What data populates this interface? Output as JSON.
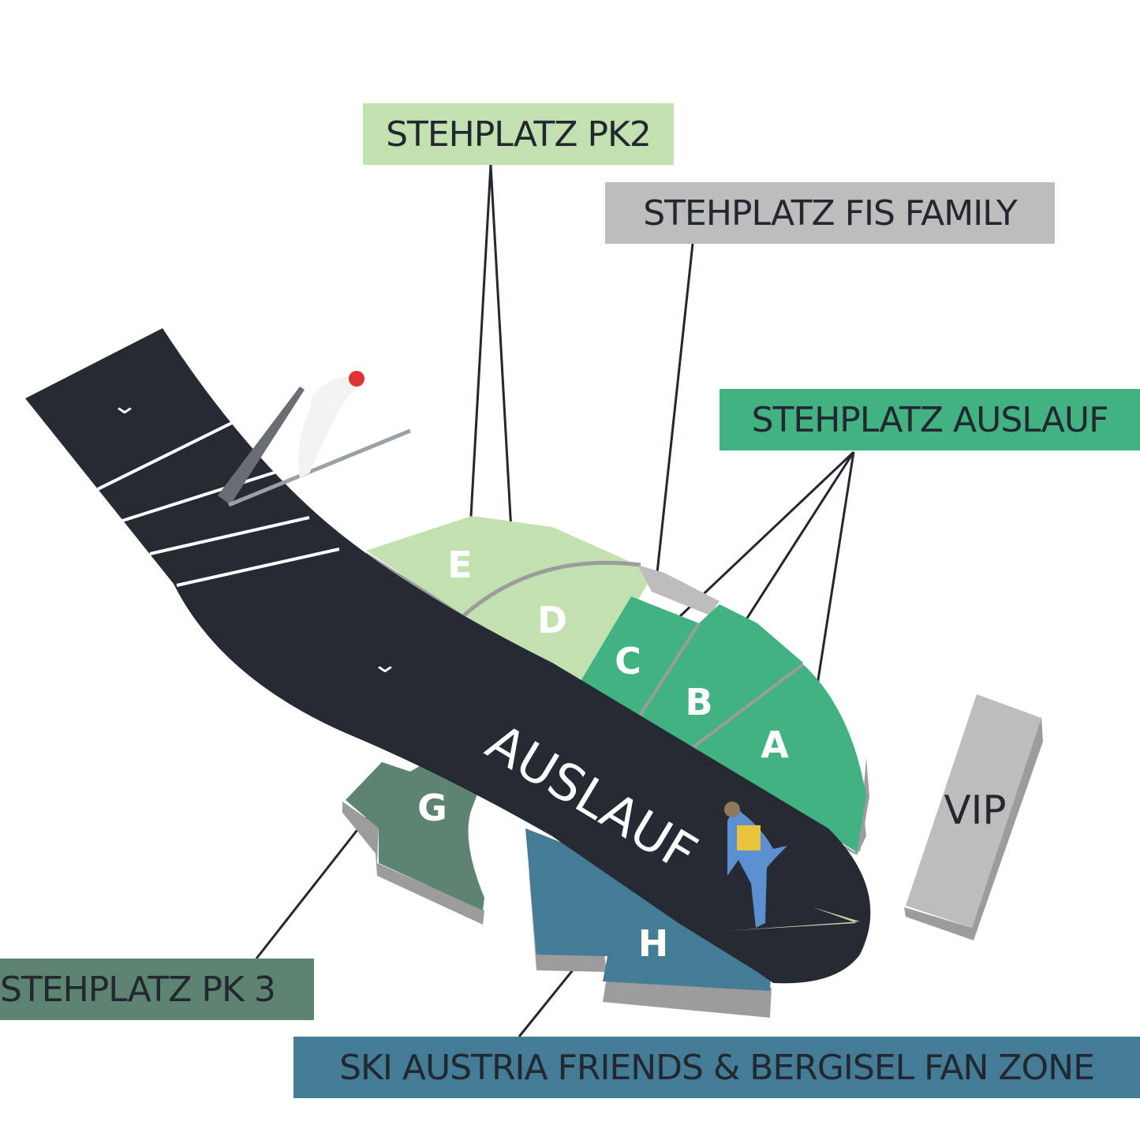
{
  "labels": {
    "stehplatz_pk2": "STEHPLATZ PK2",
    "stehplatz_fis_family": "STEHPLATZ FIS FAMILY",
    "stehplatz_auslauf": "STEHPLATZ AUSLAUF",
    "stehplatz_pk3": "STEHPLATZ PK 3",
    "ski_austria_fan_zone": "SKI AUSTRIA FRIENDS & BERGISEL FAN ZONE"
  },
  "sections": {
    "a": "A",
    "b": "B",
    "c": "C",
    "d": "D",
    "e": "E",
    "g": "G",
    "h": "H",
    "vip": "VIP"
  },
  "track": {
    "auslauf": "AUSLAUF",
    "arrow_glyph": "⌄"
  },
  "colors": {
    "track": "#262a33",
    "pk2": "#c3e0b0",
    "fis": "#bdbdbd",
    "auslauf": "#42b282",
    "pk3": "#5d8470",
    "fan_zone": "#447b95",
    "vip": "#bdbdbd",
    "shadow": "#9c9c9c"
  }
}
